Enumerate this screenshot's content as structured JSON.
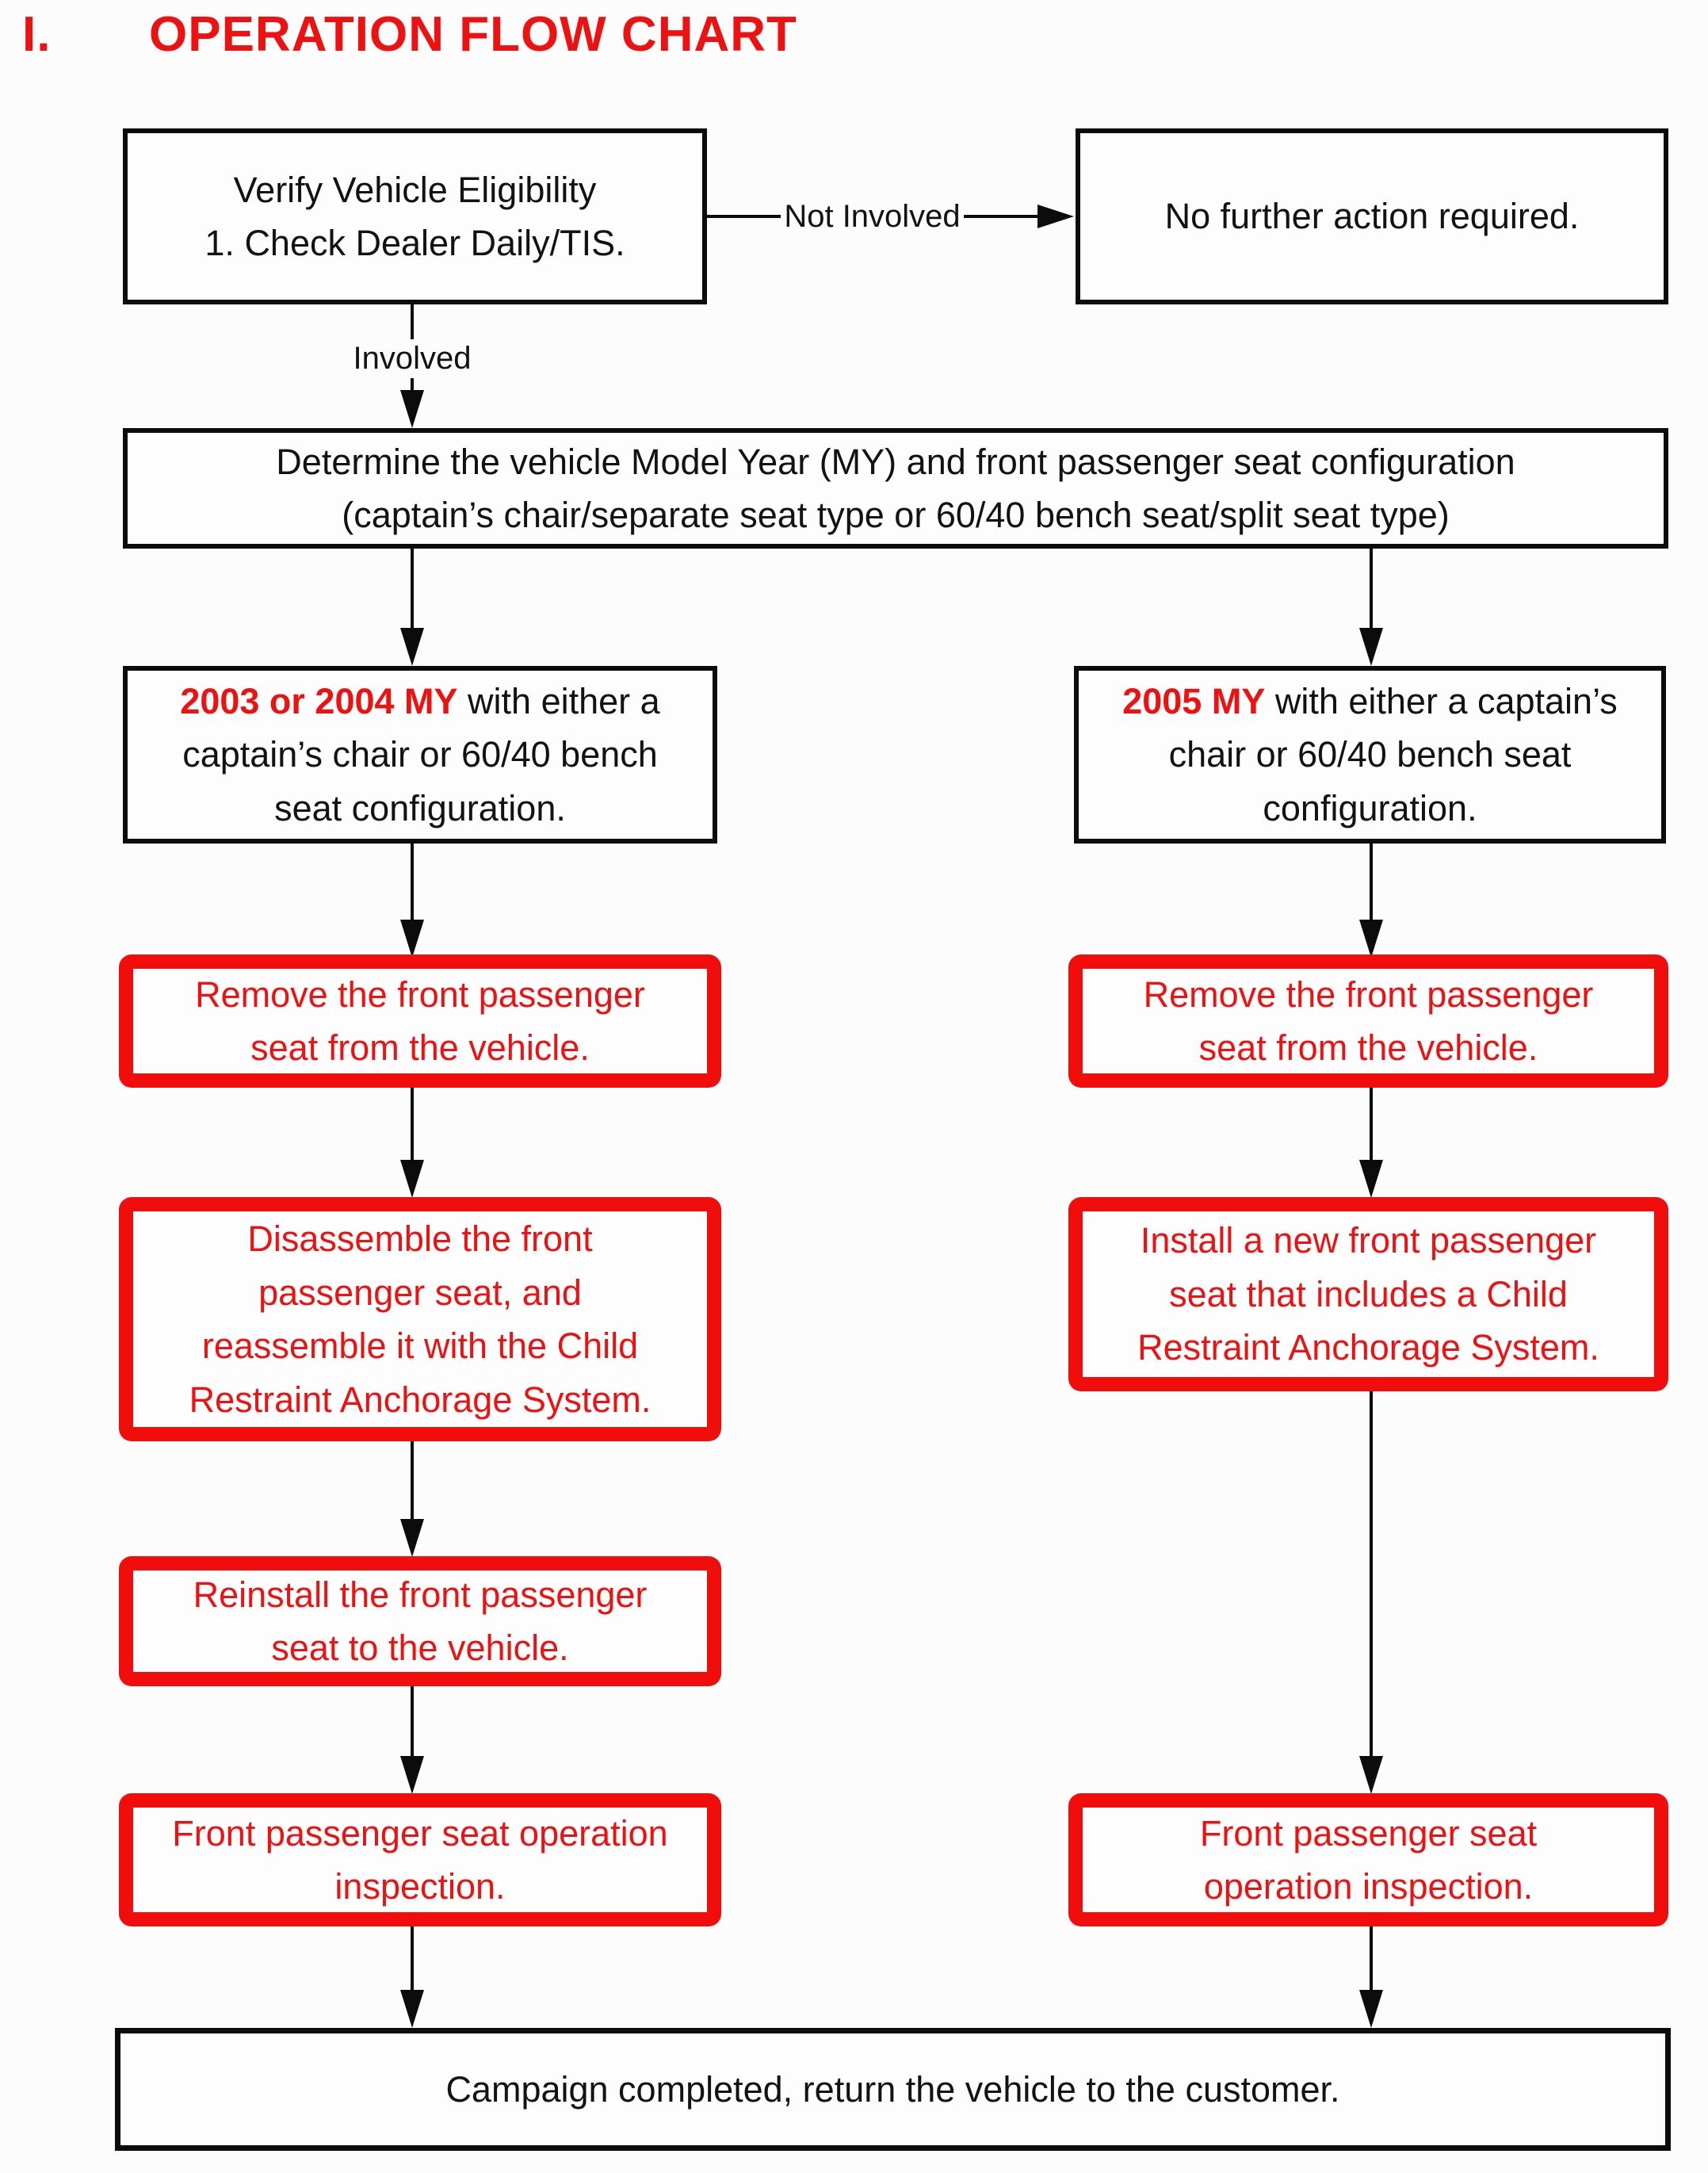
{
  "title": {
    "numeral": "I.",
    "text": "OPERATION FLOW CHART"
  },
  "colors": {
    "accent_red": "#ee1111",
    "line_black": "#0c0c0c"
  },
  "labels": {
    "not_involved": "Not Involved",
    "involved": "Involved"
  },
  "nodes": {
    "verify": {
      "lines": [
        "Verify Vehicle Eligibility",
        "1. Check Dealer Daily/TIS."
      ]
    },
    "no_action": {
      "lines": [
        "No further action required."
      ]
    },
    "determine": {
      "lines": [
        "Determine the vehicle Model Year (MY) and front passenger seat configuration",
        "(captain’s chair/separate seat type or 60/40 bench seat/split seat type)"
      ]
    },
    "branch_2003": {
      "highlight": "2003 or 2004 MY",
      "after": " with either a",
      "line2": "captain’s chair or 60/40 bench",
      "line3": "seat configuration."
    },
    "branch_2005": {
      "highlight": "2005 MY",
      "after": " with either a captain’s",
      "line2": "chair or 60/40 bench seat",
      "line3": "configuration."
    },
    "left_remove": {
      "lines": [
        "Remove the front passenger",
        "seat from the vehicle."
      ]
    },
    "left_disassemble": {
      "lines": [
        "Disassemble the front",
        "passenger seat, and",
        "reassemble it with the Child",
        "Restraint Anchorage System."
      ]
    },
    "left_reinstall": {
      "lines": [
        "Reinstall the front passenger",
        "seat to the vehicle."
      ]
    },
    "left_inspection": {
      "lines": [
        "Front passenger seat operation",
        "inspection."
      ]
    },
    "right_remove": {
      "lines": [
        "Remove the front passenger",
        "seat from the vehicle."
      ]
    },
    "right_install": {
      "lines": [
        "Install a new front passenger",
        "seat that includes a Child",
        "Restraint Anchorage System."
      ]
    },
    "right_inspection": {
      "lines": [
        "Front passenger seat",
        "operation inspection."
      ]
    },
    "campaign": {
      "lines": [
        "Campaign completed, return the vehicle to the customer."
      ]
    }
  }
}
